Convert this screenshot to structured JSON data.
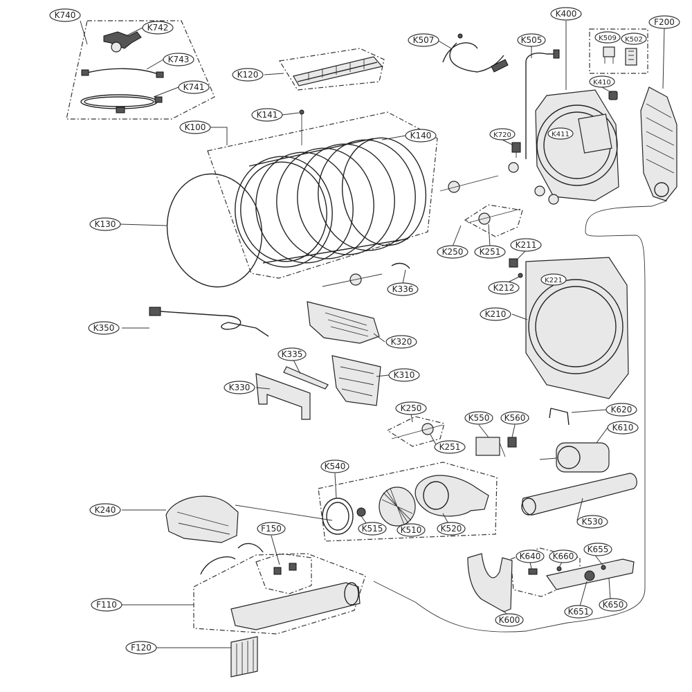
{
  "parts": {
    "K740": "K740",
    "K742": "K742",
    "K743": "K743",
    "K741": "K741",
    "K120": "K120",
    "K141": "K141",
    "K100": "K100",
    "K140": "K140",
    "K130": "K130",
    "K507": "K507",
    "K505": "K505",
    "K400": "K400",
    "K509": "K509",
    "K502": "K502",
    "F200": "F200",
    "K410": "K410",
    "K411": "K411",
    "K720": "K720",
    "K250a": "K250",
    "K251a": "K251",
    "K211": "K211",
    "K212": "K212",
    "K221": "K221",
    "K210": "K210",
    "K336": "K336",
    "K350": "K350",
    "K320": "K320",
    "K335": "K335",
    "K310": "K310",
    "K330": "K330",
    "K250b": "K250",
    "K251b": "K251",
    "K620": "K620",
    "K550": "K550",
    "K560": "K560",
    "K610": "K610",
    "K540": "K540",
    "K515": "K515",
    "K510": "K510",
    "K520": "K520",
    "K530": "K530",
    "K240": "K240",
    "F150": "F150",
    "F110": "F110",
    "K640": "K640",
    "K660": "K660",
    "K655": "K655",
    "K651": "K651",
    "K650": "K650",
    "K600": "K600",
    "F120": "F120"
  }
}
